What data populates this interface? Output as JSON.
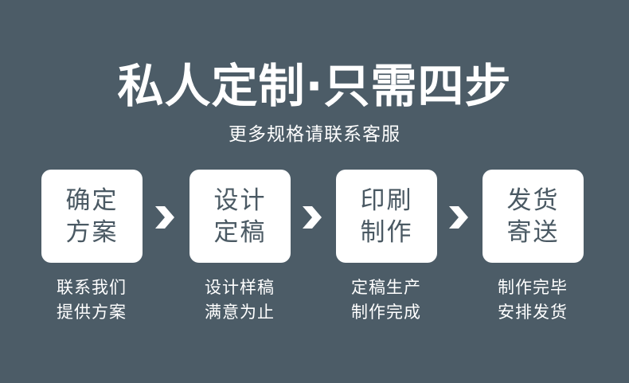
{
  "title": "私人定制·只需四步",
  "subtitle": "更多规格请联系客服",
  "colors": {
    "background": "#4c5c67",
    "card": "#ffffff",
    "card_text": "#4a5963",
    "text": "#ffffff"
  },
  "steps": [
    {
      "line1": "确定",
      "line2": "方案",
      "desc1": "联系我们",
      "desc2": "提供方案"
    },
    {
      "line1": "设计",
      "line2": "定稿",
      "desc1": "设计样稿",
      "desc2": "满意为止"
    },
    {
      "line1": "印刷",
      "line2": "制作",
      "desc1": "定稿生产",
      "desc2": "制作完成"
    },
    {
      "line1": "发货",
      "line2": "寄送",
      "desc1": "制作完毕",
      "desc2": "安排发货"
    }
  ],
  "arrow_icon": "chevron-right-icon"
}
